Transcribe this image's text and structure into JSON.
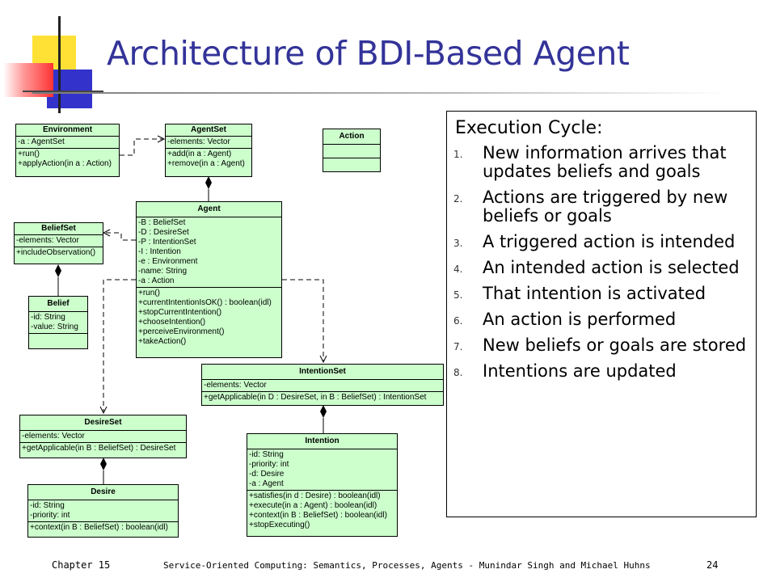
{
  "slide": {
    "title": "Architecture of BDI-Based Agent",
    "footer_left": "Chapter 15",
    "footer_center": "Service-Oriented Computing: Semantics, Processes, Agents - Munindar Singh and Michael Huhns",
    "footer_right": "24"
  },
  "execution_cycle": {
    "heading": "Execution Cycle:",
    "steps": [
      {
        "num": "1.",
        "text": "New information arrives that updates beliefs and goals"
      },
      {
        "num": "2.",
        "text": "Actions are triggered by new beliefs or goals"
      },
      {
        "num": "3.",
        "text": "A triggered action is intended"
      },
      {
        "num": "4.",
        "text": "An intended action is selected"
      },
      {
        "num": "5.",
        "text": "That intention is activated"
      },
      {
        "num": "6.",
        "text": "An action is performed"
      },
      {
        "num": "7.",
        "text": "New beliefs or goals are stored"
      },
      {
        "num": "8.",
        "text": "Intentions are updated"
      }
    ]
  },
  "classes": {
    "environment": {
      "name": "Environment",
      "attributes": [
        "-a : AgentSet"
      ],
      "operations": [
        "+run()",
        "+applyAction(in a : Action)"
      ]
    },
    "agentset": {
      "name": "AgentSet",
      "attributes": [
        "-elements: Vector"
      ],
      "operations": [
        "+add(in a : Agent)",
        "+remove(in a : Agent)"
      ]
    },
    "action": {
      "name": "Action"
    },
    "agent": {
      "name": "Agent",
      "attributes": [
        "-B : BeliefSet",
        "-D : DesireSet",
        "-P : IntentionSet",
        "-I : Intention",
        "-e : Environment",
        "-name: String",
        "-a : Action"
      ],
      "operations": [
        "+run()",
        "+currentIntentionIsOK() : boolean(idl)",
        "+stopCurrentIntention()",
        "+chooseIntention()",
        "+perceiveEnvironment()",
        "+takeAction()"
      ]
    },
    "beliefset": {
      "name": "BeliefSet",
      "attributes": [
        "-elements: Vector"
      ],
      "operations": [
        "+includeObservation()"
      ]
    },
    "belief": {
      "name": "Belief",
      "attributes": [
        "-id: String",
        "-value: String"
      ]
    },
    "intentionset": {
      "name": "IntentionSet",
      "attributes": [
        "-elements: Vector"
      ],
      "operations": [
        "+getApplicable(in D : DesireSet, in B : BeliefSet) : IntentionSet"
      ]
    },
    "desireset": {
      "name": "DesireSet",
      "attributes": [
        "-elements: Vector"
      ],
      "operations": [
        "+getApplicable(in B : BeliefSet) : DesireSet"
      ]
    },
    "intention": {
      "name": "Intention",
      "attributes": [
        "-id: String",
        "-priority: int",
        "-d: Desire",
        "-a : Agent"
      ],
      "operations": [
        "+satisfies(in d : Desire) : boolean(idl)",
        "+execute(in a : Agent) : boolean(idl)",
        "+context(in B : BeliefSet) : boolean(idl)",
        "+stopExecuting()"
      ]
    },
    "desire": {
      "name": "Desire",
      "attributes": [
        "-id: String",
        "-priority: int"
      ],
      "operations": [
        "+context(in B : BeliefSet) : boolean(idl)"
      ]
    }
  }
}
